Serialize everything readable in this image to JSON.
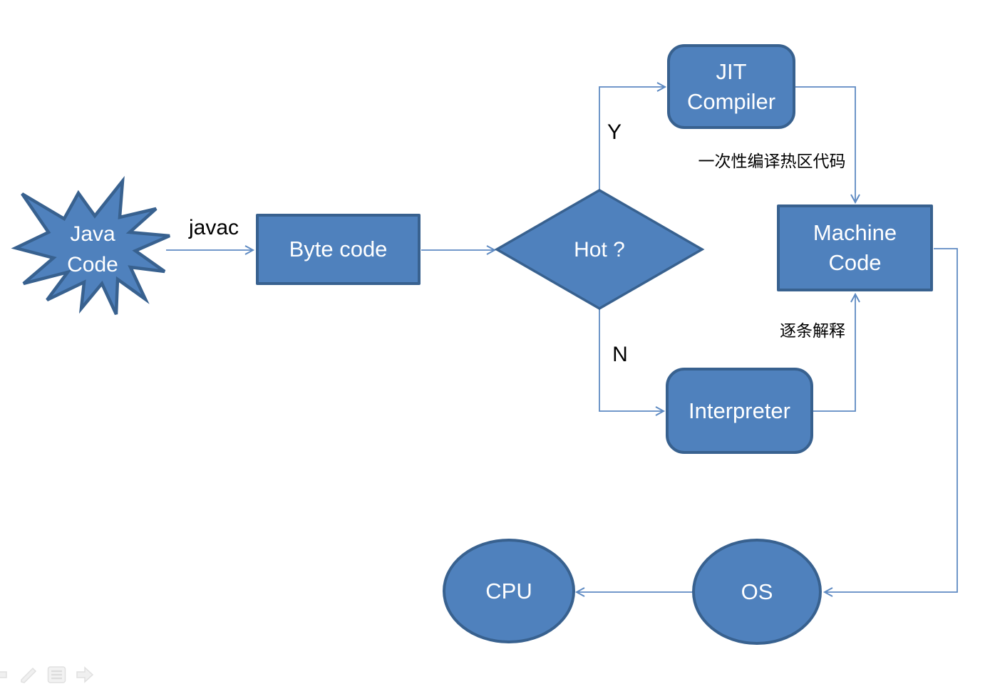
{
  "slide": {
    "colors": {
      "shape_fill": "#4f81bd",
      "shape_border": "#38618f",
      "connector": "#5e8ac2",
      "shape_text": "#ffffff",
      "label_text": "#000000",
      "toolbar_icon": "#ececec"
    },
    "nodes": {
      "java_code": {
        "shape": "starburst",
        "lines": [
          "Java",
          "Code"
        ]
      },
      "byte_code": {
        "shape": "rectangle",
        "label": "Byte code"
      },
      "hot": {
        "shape": "diamond",
        "label": "Hot ?"
      },
      "jit": {
        "shape": "rounded-rectangle",
        "lines": [
          "JIT",
          "Compiler"
        ]
      },
      "machine_code": {
        "shape": "rectangle",
        "lines": [
          "Machine",
          "Code"
        ]
      },
      "interpreter": {
        "shape": "rounded-rectangle",
        "label": "Interpreter"
      },
      "os": {
        "shape": "ellipse",
        "label": "OS"
      },
      "cpu": {
        "shape": "ellipse",
        "label": "CPU"
      }
    },
    "edge_labels": {
      "javac": "javac",
      "hot_yes": "Y",
      "hot_no": "N",
      "jit_note": "一次性编译热区代码",
      "interpreter_note": "逐条解释"
    },
    "edges": [
      {
        "from": "java_code",
        "to": "byte_code",
        "label": "javac"
      },
      {
        "from": "byte_code",
        "to": "hot",
        "label": ""
      },
      {
        "from": "hot",
        "to": "jit",
        "label": "Y"
      },
      {
        "from": "jit",
        "to": "machine_code",
        "label": "一次性编译热区代码"
      },
      {
        "from": "hot",
        "to": "interpreter",
        "label": "N"
      },
      {
        "from": "interpreter",
        "to": "machine_code",
        "label": "逐条解释"
      },
      {
        "from": "machine_code",
        "to": "os",
        "label": ""
      },
      {
        "from": "os",
        "to": "cpu",
        "label": ""
      }
    ],
    "toolbar": {
      "icons": [
        "previous-slide-arrow",
        "pen",
        "menu",
        "next-slide-arrow"
      ]
    }
  }
}
